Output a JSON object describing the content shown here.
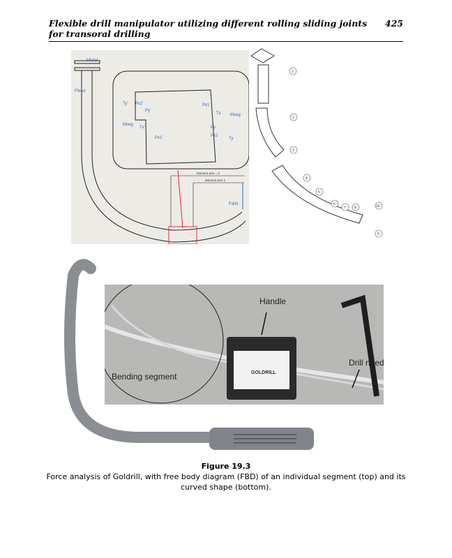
{
  "header": {
    "title": "Flexible drill manipulator utilizing different rolling sliding joints for transoral drilling",
    "page_number": "425"
  },
  "fbd": {
    "labels": {
      "m_total": "Mtotal",
      "f_feed": "Ffeed",
      "ty_prime": "Ty'",
      "px2_prime": "Px2'",
      "py_prime": "Py'",
      "m_seg_left": "Mseg",
      "tx_prime": "Tx'",
      "px1_prime": "Px1'",
      "px1": "Px1",
      "tx": "Tx",
      "m_seg_right": "Mseg",
      "py": "Py",
      "px2": "Px2",
      "ty": "Ty",
      "moment_arm_2": "Moment arm = 2",
      "moment_arm_1": "Moment arm 1",
      "f_drill": "Fdrill"
    }
  },
  "assembly": {
    "callouts": [
      "1",
      "2",
      "3",
      "4",
      "5",
      "6",
      "7",
      "8",
      "9",
      "10"
    ]
  },
  "photo": {
    "handle": "Handle",
    "drill_needle": "Drill needle",
    "bending_segment": "Bending segment",
    "brand": "GOLDRILL"
  },
  "caption": {
    "title": "Figure 19.3",
    "text": "Force analysis of Goldrill, with free body diagram (FBD) of an individual segment (top) and its curved shape (bottom)."
  }
}
